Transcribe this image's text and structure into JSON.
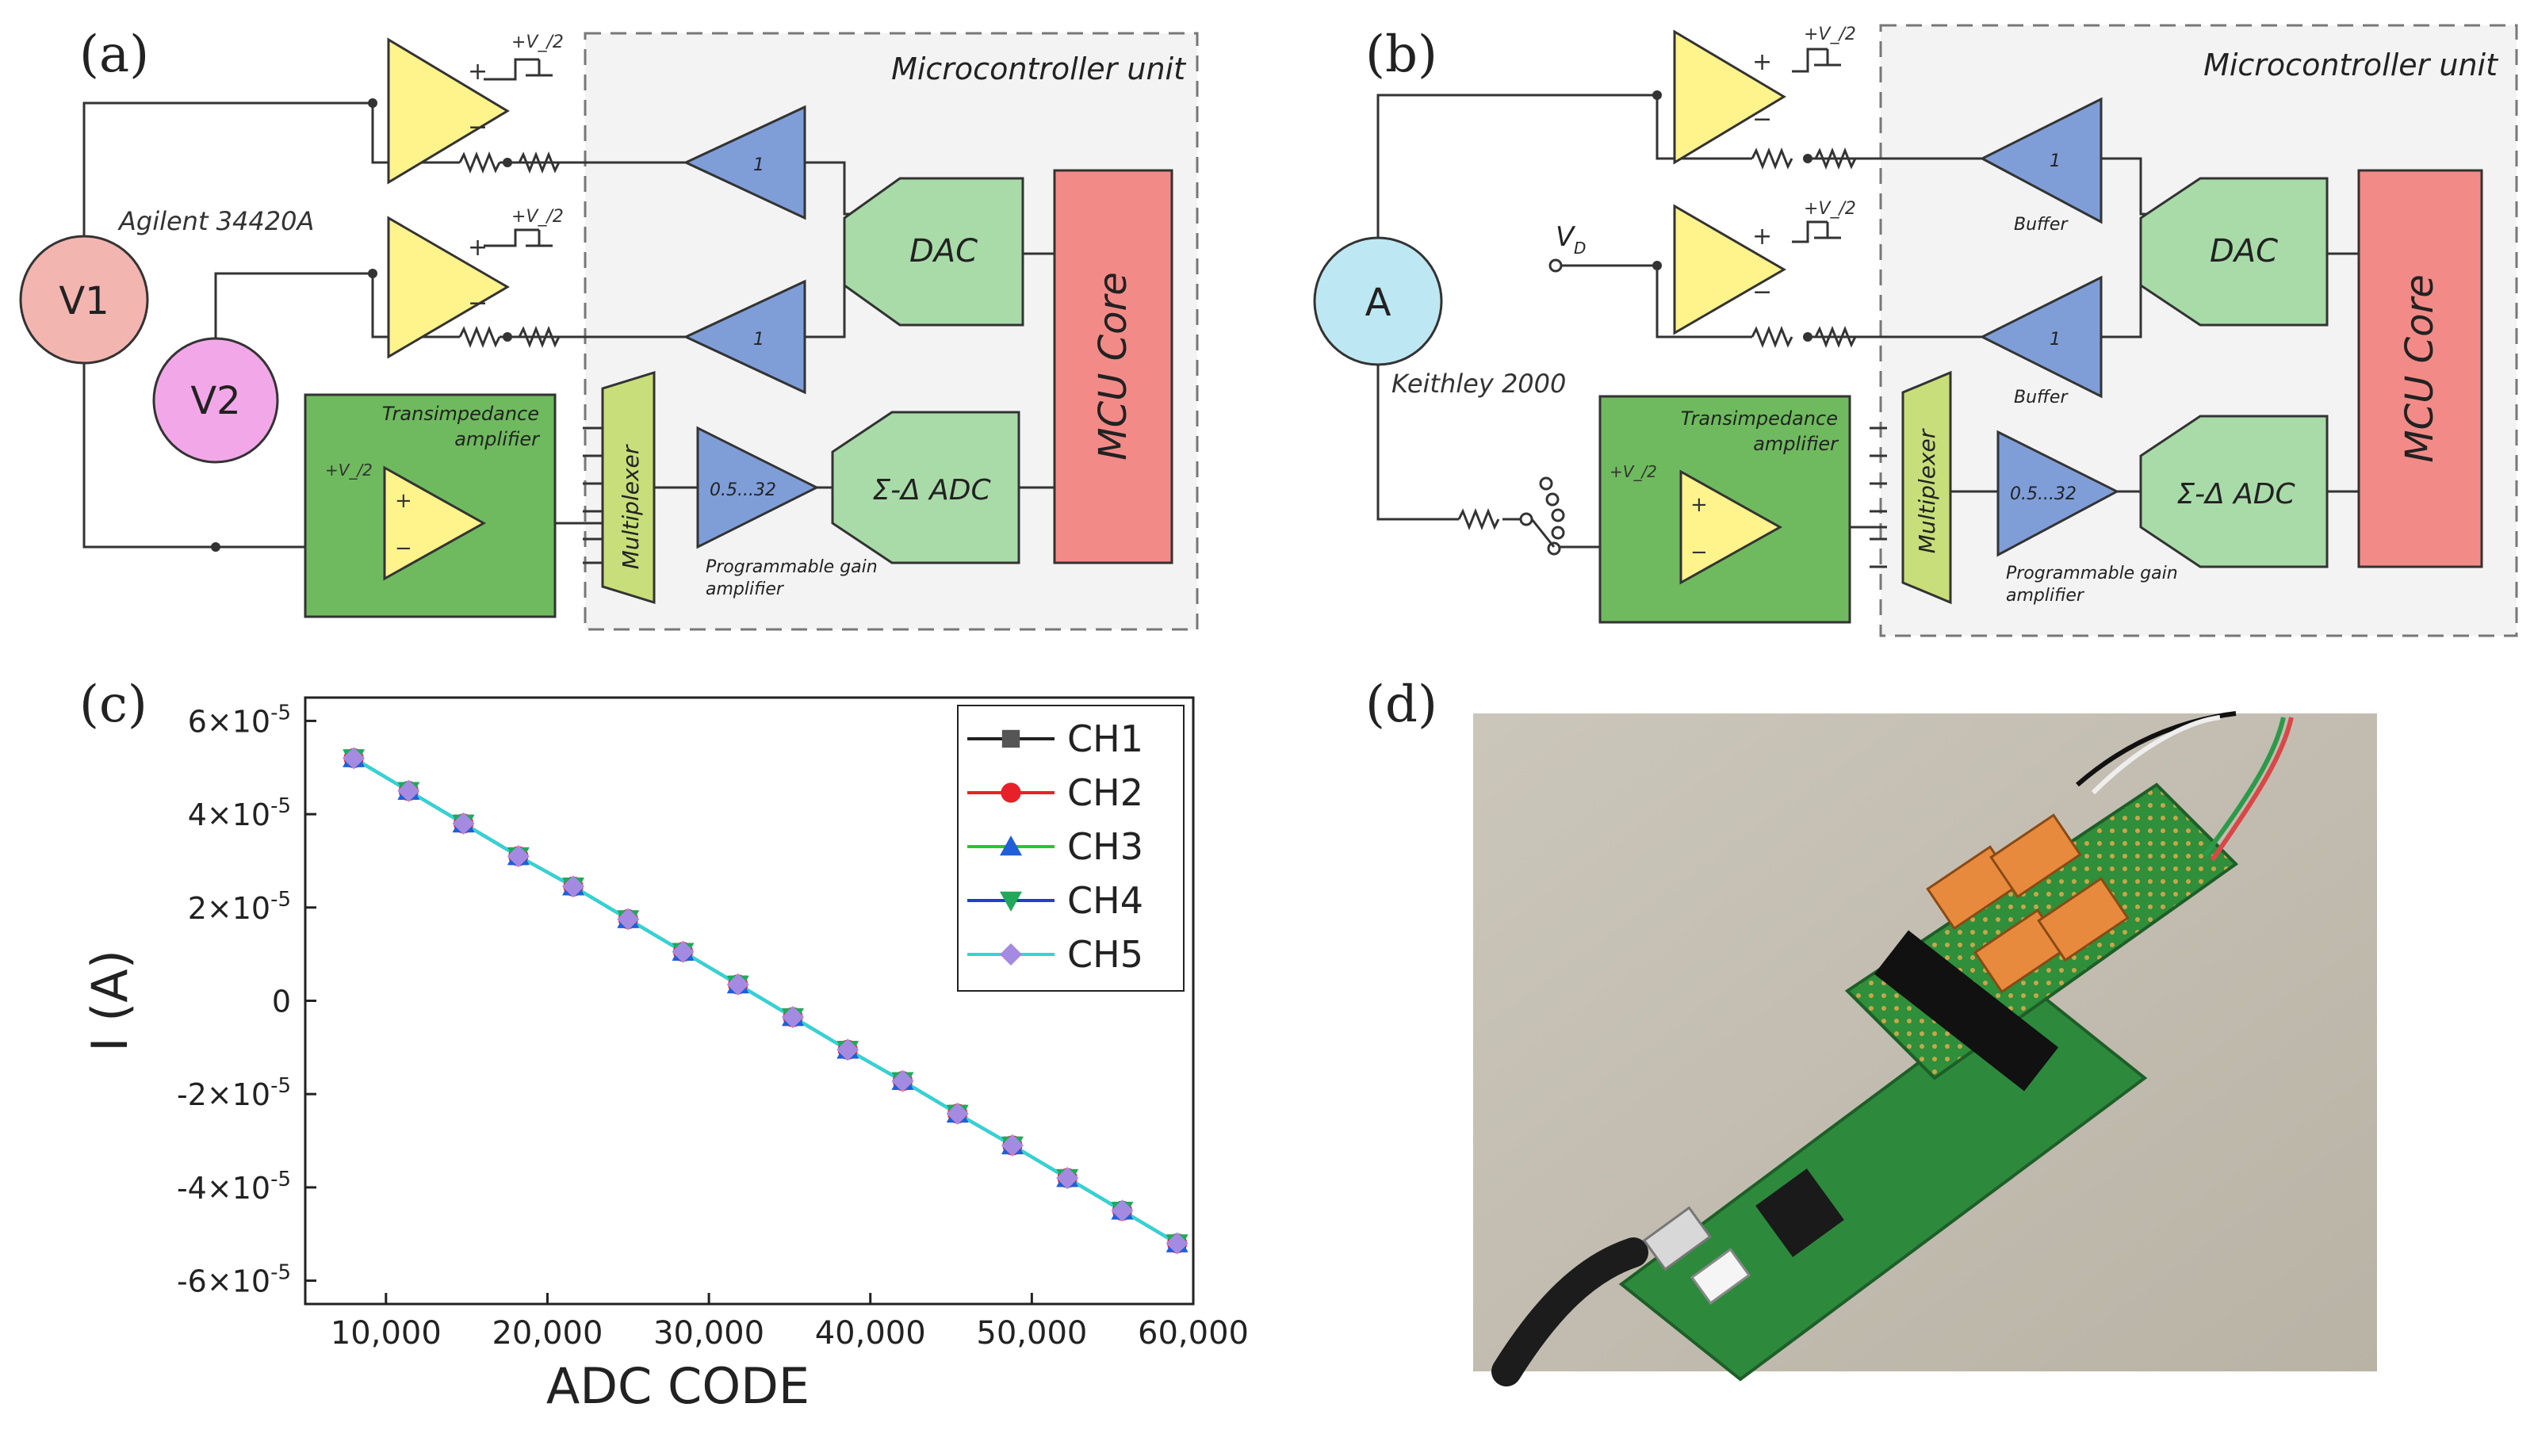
{
  "panels": {
    "a": {
      "label": "(a)",
      "mcu_title": "Microcontroller unit",
      "meter": "Agilent 34420A",
      "v1": "V1",
      "v2": "V2",
      "vplus": "+V_/2",
      "tia_title": "Transimpedance",
      "tia_title2": "amplifier",
      "mux": "Multiplexer",
      "pga_range": "0.5...32",
      "pga_label": "Programmable gain",
      "pga_label2": "amplifier",
      "buffer_gain": "1",
      "dac": "DAC",
      "adc": "Σ-Δ ADC",
      "core": "MCU Core"
    },
    "b": {
      "label": "(b)",
      "mcu_title": "Microcontroller unit",
      "meter": "Keithley 2000",
      "ammeter": "A",
      "vd": "V",
      "vd_sub": "D",
      "vplus": "+V_/2",
      "buffer": "Buffer",
      "buffer_gain": "1",
      "tia_title": "Transimpedance",
      "tia_title2": "amplifier",
      "mux": "Multiplexer",
      "pga_range": "0.5...32",
      "pga_label": "Programmable gain",
      "pga_label2": "amplifier",
      "dac": "DAC",
      "adc": "Σ-Δ ADC",
      "core": "MCU Core"
    },
    "c": {
      "label": "(c)"
    },
    "d": {
      "label": "(d)"
    }
  },
  "chart_data": {
    "type": "line",
    "xlabel": "ADC CODE",
    "ylabel": "I (A)",
    "xlim": [
      5000,
      60000
    ],
    "ylim": [
      -6.5e-05,
      6.5e-05
    ],
    "x_ticks": [
      10000,
      20000,
      30000,
      40000,
      50000,
      60000
    ],
    "x_tick_labels": [
      "10,000",
      "20,000",
      "30,000",
      "40,000",
      "50,000",
      "60,000"
    ],
    "y_ticks": [
      6e-05,
      4e-05,
      2e-05,
      0,
      -2e-05,
      -4e-05,
      -6e-05
    ],
    "y_tick_labels": [
      {
        "m": "6",
        "e": "-5"
      },
      {
        "m": "4",
        "e": "-5"
      },
      {
        "m": "2",
        "e": "-5"
      },
      {
        "m": "0",
        "e": ""
      },
      {
        "m": "-2",
        "e": "-5"
      },
      {
        "m": "-4",
        "e": "-5"
      },
      {
        "m": "-6",
        "e": "-5"
      }
    ],
    "x": [
      8000,
      11400,
      14800,
      18200,
      21600,
      25000,
      28400,
      31800,
      35200,
      38600,
      42000,
      45400,
      48800,
      52200,
      55600,
      59000
    ],
    "series": [
      {
        "name": "CH1",
        "color": "#222222",
        "marker": "square",
        "values": [
          5.2e-05,
          4.5e-05,
          3.8e-05,
          3.1e-05,
          2.45e-05,
          1.75e-05,
          1.05e-05,
          3.5e-06,
          -3.5e-06,
          -1.05e-05,
          -1.72e-05,
          -2.42e-05,
          -3.1e-05,
          -3.8e-05,
          -4.5e-05,
          -5.2e-05
        ]
      },
      {
        "name": "CH2",
        "color": "#e8202a",
        "marker": "circle",
        "values": [
          5.2e-05,
          4.5e-05,
          3.8e-05,
          3.1e-05,
          2.45e-05,
          1.75e-05,
          1.05e-05,
          3.5e-06,
          -3.5e-06,
          -1.05e-05,
          -1.72e-05,
          -2.42e-05,
          -3.1e-05,
          -3.8e-05,
          -4.5e-05,
          -5.2e-05
        ]
      },
      {
        "name": "CH3",
        "color": "#22cc22",
        "marker": "triangle-up",
        "values": [
          5.2e-05,
          4.5e-05,
          3.8e-05,
          3.1e-05,
          2.45e-05,
          1.75e-05,
          1.05e-05,
          3.5e-06,
          -3.5e-06,
          -1.05e-05,
          -1.72e-05,
          -2.42e-05,
          -3.1e-05,
          -3.8e-05,
          -4.5e-05,
          -5.2e-05
        ]
      },
      {
        "name": "CH4",
        "color": "#1f3fd0",
        "marker": "triangle-down",
        "values": [
          5.2e-05,
          4.5e-05,
          3.8e-05,
          3.1e-05,
          2.45e-05,
          1.75e-05,
          1.05e-05,
          3.5e-06,
          -3.5e-06,
          -1.05e-05,
          -1.72e-05,
          -2.42e-05,
          -3.1e-05,
          -3.8e-05,
          -4.5e-05,
          -5.2e-05
        ]
      },
      {
        "name": "CH5",
        "color": "#2fd6d6",
        "marker": "diamond",
        "values": [
          5.2e-05,
          4.5e-05,
          3.8e-05,
          3.1e-05,
          2.45e-05,
          1.75e-05,
          1.05e-05,
          3.5e-06,
          -3.5e-06,
          -1.05e-05,
          -1.72e-05,
          -2.42e-05,
          -3.1e-05,
          -3.8e-05,
          -4.5e-05,
          -5.2e-05
        ]
      }
    ],
    "marker_colors": {
      "triangle-up": "#1f5fd8",
      "triangle-down": "#22a85a",
      "diamond": "#a48ae0",
      "square": "#555555",
      "circle": "#e8202a"
    },
    "legend": "top-right"
  },
  "colors": {
    "opamp": "#fff38c",
    "buffer": "#7f9ed8",
    "dac_adc": "#a9dba9",
    "core": "#f28b88",
    "tia_box": "#6fba5e",
    "mux": "#c8de7a",
    "v1": "#f3b5b0",
    "v2": "#f2a8e8",
    "ammeter": "#bde7f3"
  }
}
